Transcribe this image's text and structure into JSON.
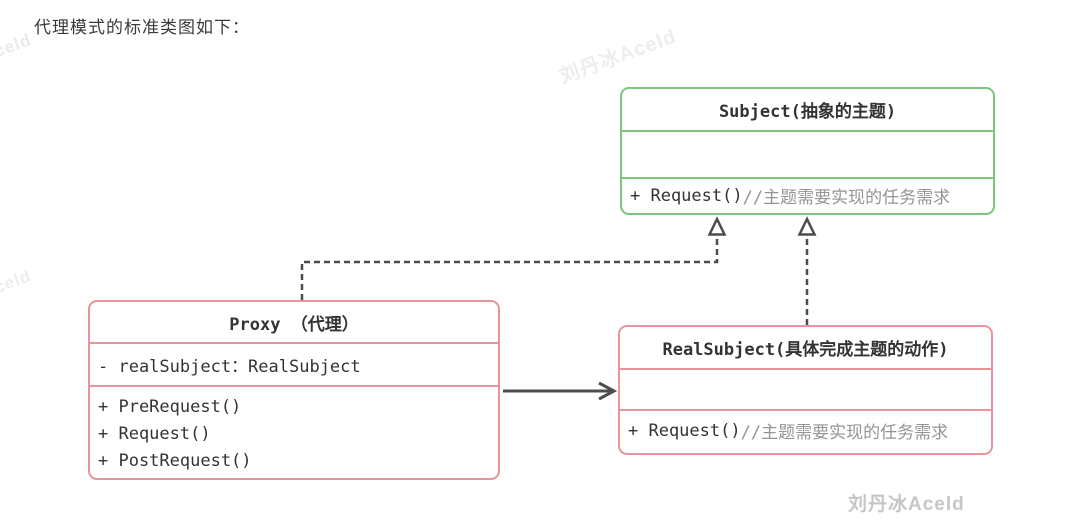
{
  "page": {
    "title": "代理模式的标准类图如下："
  },
  "classes": {
    "subject": {
      "title": "Subject(抽象的主题)",
      "method_code": "+ Request() ",
      "method_comment": "//主题需要实现的任务需求"
    },
    "proxy": {
      "title": "Proxy （代理）",
      "field": "- realSubject：RealSubject",
      "methods": [
        "+ PreRequest()",
        "+ Request()",
        "+ PostRequest()"
      ]
    },
    "realsubject": {
      "title": "RealSubject(具体完成主题的动作)",
      "method_code": "+ Request() ",
      "method_comment": "//主题需要实现的任务需求"
    }
  },
  "relations": {
    "proxy_realizes_subject": "dashed-hollow-triangle",
    "realsubject_realizes_subject": "dashed-hollow-triangle",
    "proxy_to_realsubject": "solid-open-arrow"
  },
  "colors": {
    "subject_border": "#7cc47f",
    "proxy_border": "#e8949a",
    "realsubject_border": "#e8949a",
    "arrow": "#4d4d4d",
    "code_text": "#333333",
    "comment_text": "#949494",
    "title_text": "#3a3a3a",
    "watermark_faint": "#ededf0",
    "watermark_solid": "#c6c6c9"
  },
  "watermarks": {
    "full": "刘丹冰Aceld",
    "fragment": "celd"
  }
}
